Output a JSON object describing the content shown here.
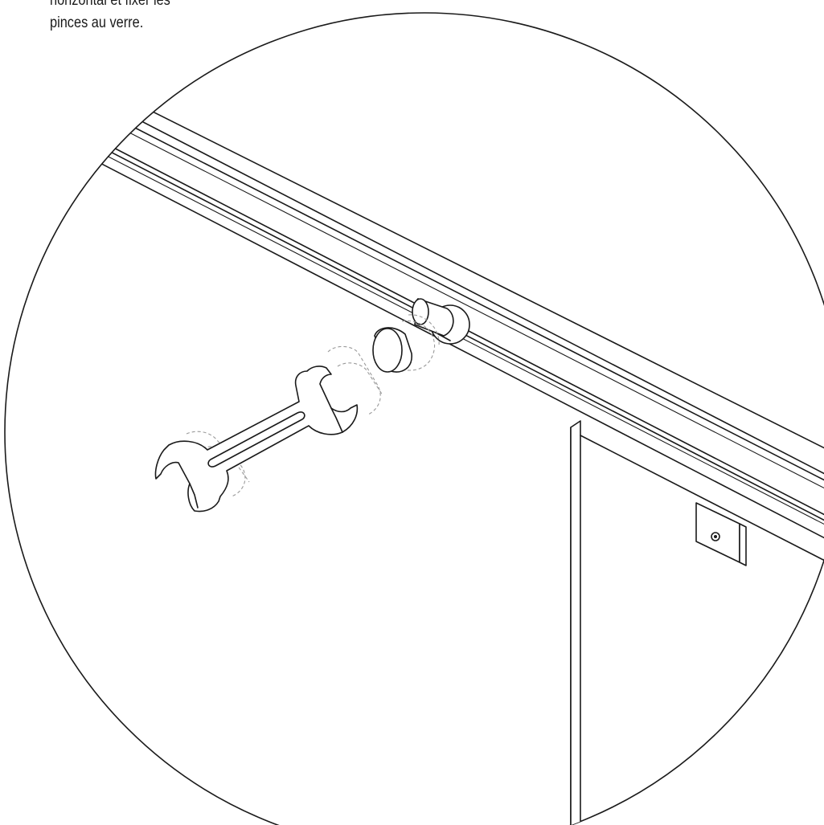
{
  "caption": {
    "line1": "horizontal et fixer les",
    "line2": "pinces au verre."
  },
  "colors": {
    "ink": "#1a1a1a",
    "ghost": "#9a9a9a",
    "background": "#ffffff"
  },
  "parts": [
    "detail-circle",
    "handrail-profile",
    "glass-panel-left",
    "glass-panel-right",
    "glass-clamp-pin",
    "clamp-cap",
    "open-end-wrench",
    "wall-bracket"
  ]
}
